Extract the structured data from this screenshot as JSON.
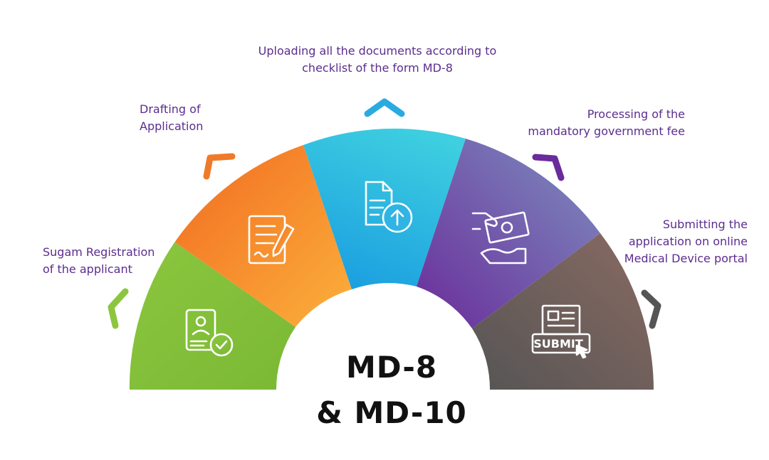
{
  "title_line1": "MD-8",
  "title_line2": "& MD-10",
  "steps": [
    {
      "label_lines": [
        "Sugam Registration",
        "of the applicant"
      ],
      "icon": "applicant-id-card-check-icon",
      "color": "#8cc63f"
    },
    {
      "label_lines": [
        "Drafting of",
        "Application"
      ],
      "icon": "document-pen-icon",
      "color": "#f7931e"
    },
    {
      "label_lines": [
        "Uploading all the documents according to",
        "checklist of  the form MD-8"
      ],
      "icon": "document-upload-icon",
      "color": "#29abe2"
    },
    {
      "label_lines": [
        "Processing of the",
        "mandatory government fee"
      ],
      "icon": "hand-money-payment-icon",
      "color": "#6a3d9a"
    },
    {
      "label_lines": [
        "Submitting the",
        "application on online",
        "Medical Device portal"
      ],
      "icon": "submit-form-icon",
      "color": "#6e5a55"
    }
  ],
  "submit_icon_text": "SUBMIT",
  "colors": {
    "label": "#5b2d8e",
    "title": "#111111"
  }
}
